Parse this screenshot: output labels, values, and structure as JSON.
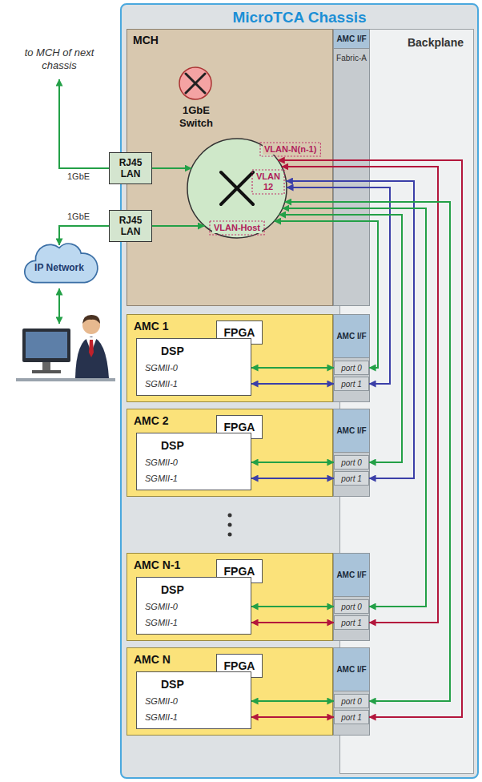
{
  "diagram": {
    "nodes": [
      {
        "text": [
          "MicroTCA Chassis"
        ]
      },
      {
        "text": [
          "Backplane"
        ],
        "in": 0
      },
      {
        "text": [
          "MCH"
        ],
        "in": 0
      },
      {
        "text": [
          "RJ45 LAN"
        ],
        "in": 2
      },
      {
        "text": [
          "RJ45 LAN"
        ],
        "in": 2
      },
      {
        "text": [
          "1GbE Switch"
        ],
        "in": 2
      },
      {
        "text": [
          "AMC I/F",
          "Fabric-A"
        ],
        "in": 0
      },
      {
        "text": [
          "AMC 1"
        ],
        "in": 0
      },
      {
        "text": [
          "FPGA"
        ],
        "in": 7
      },
      {
        "text": [
          "DSP",
          "SGMII-0",
          "SGMII-1"
        ],
        "in": 7
      },
      {
        "text": [
          "AMC I/F"
        ],
        "in": 7
      },
      {
        "text": [
          "port 0"
        ],
        "in": 10
      },
      {
        "text": [
          "port 1"
        ],
        "in": 10
      },
      {
        "text": [
          "AMC 2"
        ],
        "in": 0
      },
      {
        "text": [
          "FPGA"
        ],
        "in": 13
      },
      {
        "text": [
          "DSP",
          "SGMII-0",
          "SGMII-1"
        ],
        "in": 13
      },
      {
        "text": [
          "AMC I/F"
        ],
        "in": 13
      },
      {
        "text": [
          "port 0"
        ],
        "in": 16
      },
      {
        "text": [
          "port 1"
        ],
        "in": 16
      },
      {
        "text": [
          "AMC N-1"
        ],
        "in": 0
      },
      {
        "text": [
          "FPGA"
        ],
        "in": 19
      },
      {
        "text": [
          "DSP",
          "SGMII-0",
          "SGMII-1"
        ],
        "in": 19
      },
      {
        "text": [
          "AMC I/F"
        ],
        "in": 19
      },
      {
        "text": [
          "port 0"
        ],
        "in": 22
      },
      {
        "text": [
          "port 1"
        ],
        "in": 22
      },
      {
        "text": [
          "AMC N"
        ],
        "in": 0
      },
      {
        "text": [
          "FPGA"
        ],
        "in": 25
      },
      {
        "text": [
          "DSP",
          "SGMII-0",
          "SGMII-1"
        ],
        "in": 25
      },
      {
        "text": [
          "AMC I/F"
        ],
        "in": 25
      },
      {
        "text": [
          "port 0"
        ],
        "in": 28
      },
      {
        "text": [
          "port 1"
        ],
        "in": 28
      },
      {
        "text": [
          "IP Network"
        ]
      }
    ],
    "edges": [
      {
        "from": 3,
        "to": 5,
        "arrow": "to"
      },
      {
        "from": 4,
        "to": 5,
        "arrow": "to"
      },
      {
        "from": 4,
        "to": 31,
        "arrow": "to"
      },
      {
        "from": 9,
        "to": 11,
        "arrow": "both"
      },
      {
        "from": 9,
        "to": 12,
        "arrow": "both"
      },
      {
        "from": 11,
        "to": 5,
        "arrow": "both"
      },
      {
        "from": 12,
        "to": 5,
        "arrow": "both"
      },
      {
        "from": 15,
        "to": 17,
        "arrow": "both"
      },
      {
        "from": 15,
        "to": 18,
        "arrow": "both"
      },
      {
        "from": 17,
        "to": 5,
        "arrow": "both"
      },
      {
        "from": 18,
        "to": 5,
        "arrow": "both"
      },
      {
        "from": 21,
        "to": 23,
        "arrow": "both"
      },
      {
        "from": 21,
        "to": 24,
        "arrow": "both"
      },
      {
        "from": 23,
        "to": 5,
        "arrow": "both"
      },
      {
        "from": 24,
        "to": 5,
        "arrow": "both"
      },
      {
        "from": 27,
        "to": 29,
        "arrow": "both"
      },
      {
        "from": 27,
        "to": 30,
        "arrow": "both"
      },
      {
        "from": 29,
        "to": 5,
        "arrow": "both"
      },
      {
        "from": 30,
        "to": 5,
        "arrow": "both"
      }
    ],
    "labels": [
      "to MCH of next chassis",
      "1GbE",
      "1GbE",
      "VLAN-N(n-1)",
      "VLAN 12",
      "VLAN-Host"
    ]
  }
}
